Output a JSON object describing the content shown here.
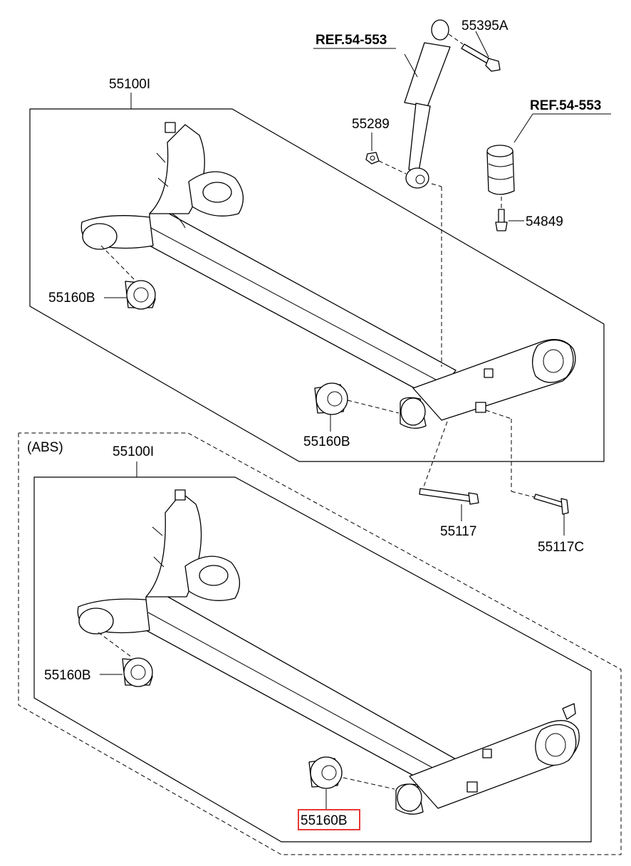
{
  "labels": {
    "ref_shock": "REF.54-553",
    "ref_bumper": "REF.54-553",
    "bolt_shock": "55395A",
    "assembly_upper": "55100I",
    "nut": "55289",
    "bumper_bolt": "54849",
    "bush_upper_left": "55160B",
    "bush_upper_right": "55160B",
    "bolt_55117": "55117",
    "bolt_55117c": "55117C",
    "abs_tag": "(ABS)",
    "assembly_lower": "55100I",
    "bush_lower_left": "55160B",
    "bush_lower_right": "55160B"
  },
  "highlight": {
    "target": "bush_lower_right",
    "color": "#e53935"
  }
}
